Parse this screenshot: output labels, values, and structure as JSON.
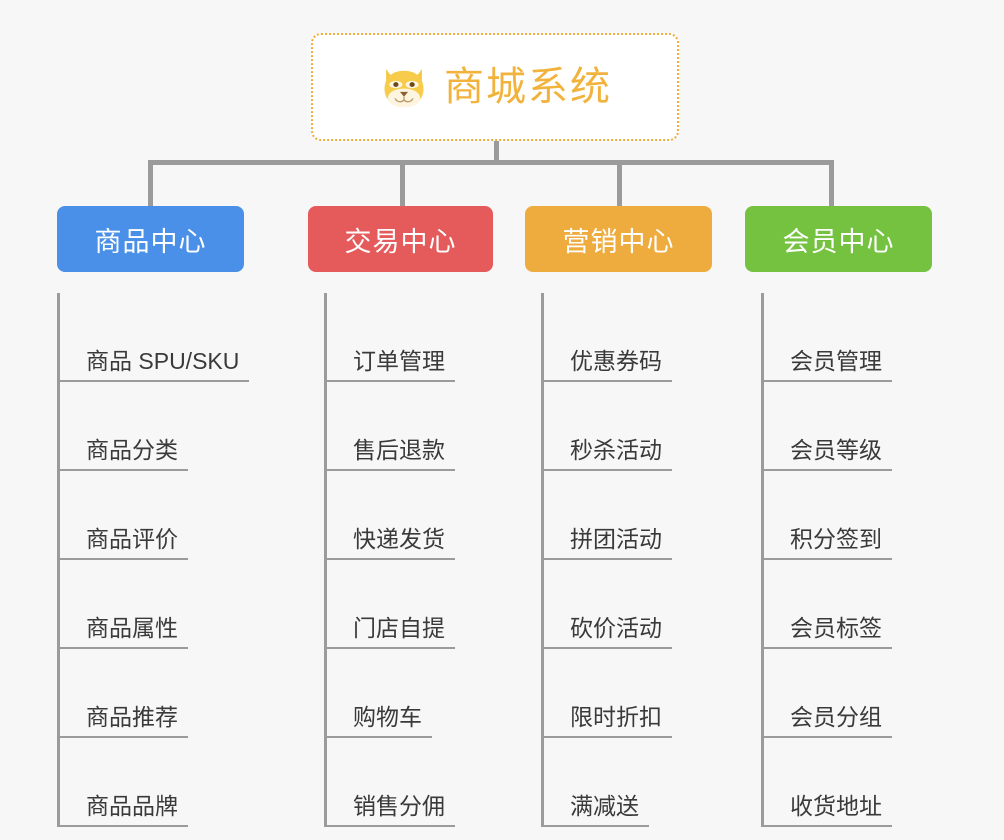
{
  "page": {
    "background_color": "#f7f7f7",
    "connector_color": "#9b9b9b"
  },
  "root": {
    "title": "商城系统",
    "icon": "shiba-dog-face-icon",
    "text_color": "#f2b33d",
    "border_color": "#f0ad3e",
    "background_color": "#ffffff"
  },
  "columns": [
    {
      "category": "商品中心",
      "color": "#4a90e8",
      "items": [
        "商品 SPU/SKU",
        "商品分类",
        "商品评价",
        "商品属性",
        "商品推荐",
        "商品品牌"
      ]
    },
    {
      "category": "交易中心",
      "color": "#e55b5b",
      "items": [
        "订单管理",
        "售后退款",
        "快递发货",
        "门店自提",
        "购物车",
        "销售分佣"
      ]
    },
    {
      "category": "营销中心",
      "color": "#eeab3e",
      "items": [
        "优惠券码",
        "秒杀活动",
        "拼团活动",
        "砍价活动",
        "限时折扣",
        "满减送"
      ]
    },
    {
      "category": "会员中心",
      "color": "#74c240",
      "items": [
        "会员管理",
        "会员等级",
        "积分签到",
        "会员标签",
        "会员分组",
        "收货地址"
      ]
    }
  ]
}
